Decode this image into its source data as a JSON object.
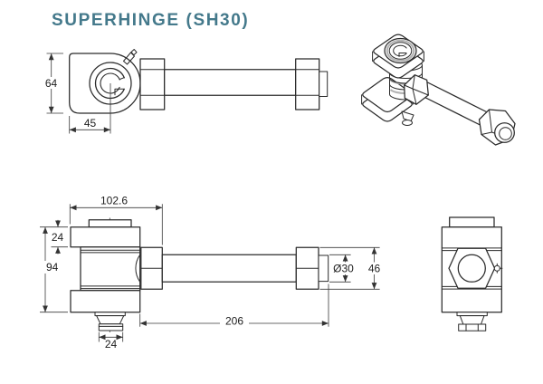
{
  "title": "SUPERHINGE (SH30)",
  "colors": {
    "accent": "#44798b",
    "line": "#2b2b2b",
    "dimension": "#3a3a3a",
    "shading": "#b4b4b4"
  },
  "dimensions": {
    "side": {
      "body_height": "64",
      "pin_offset": "45"
    },
    "front": {
      "overall_width": "102.6",
      "plate_thickness": "24",
      "total_height": "94",
      "nipple_width": "24",
      "bar_length": "206",
      "bar_diameter": "Ø30",
      "nut_width": "46"
    }
  }
}
